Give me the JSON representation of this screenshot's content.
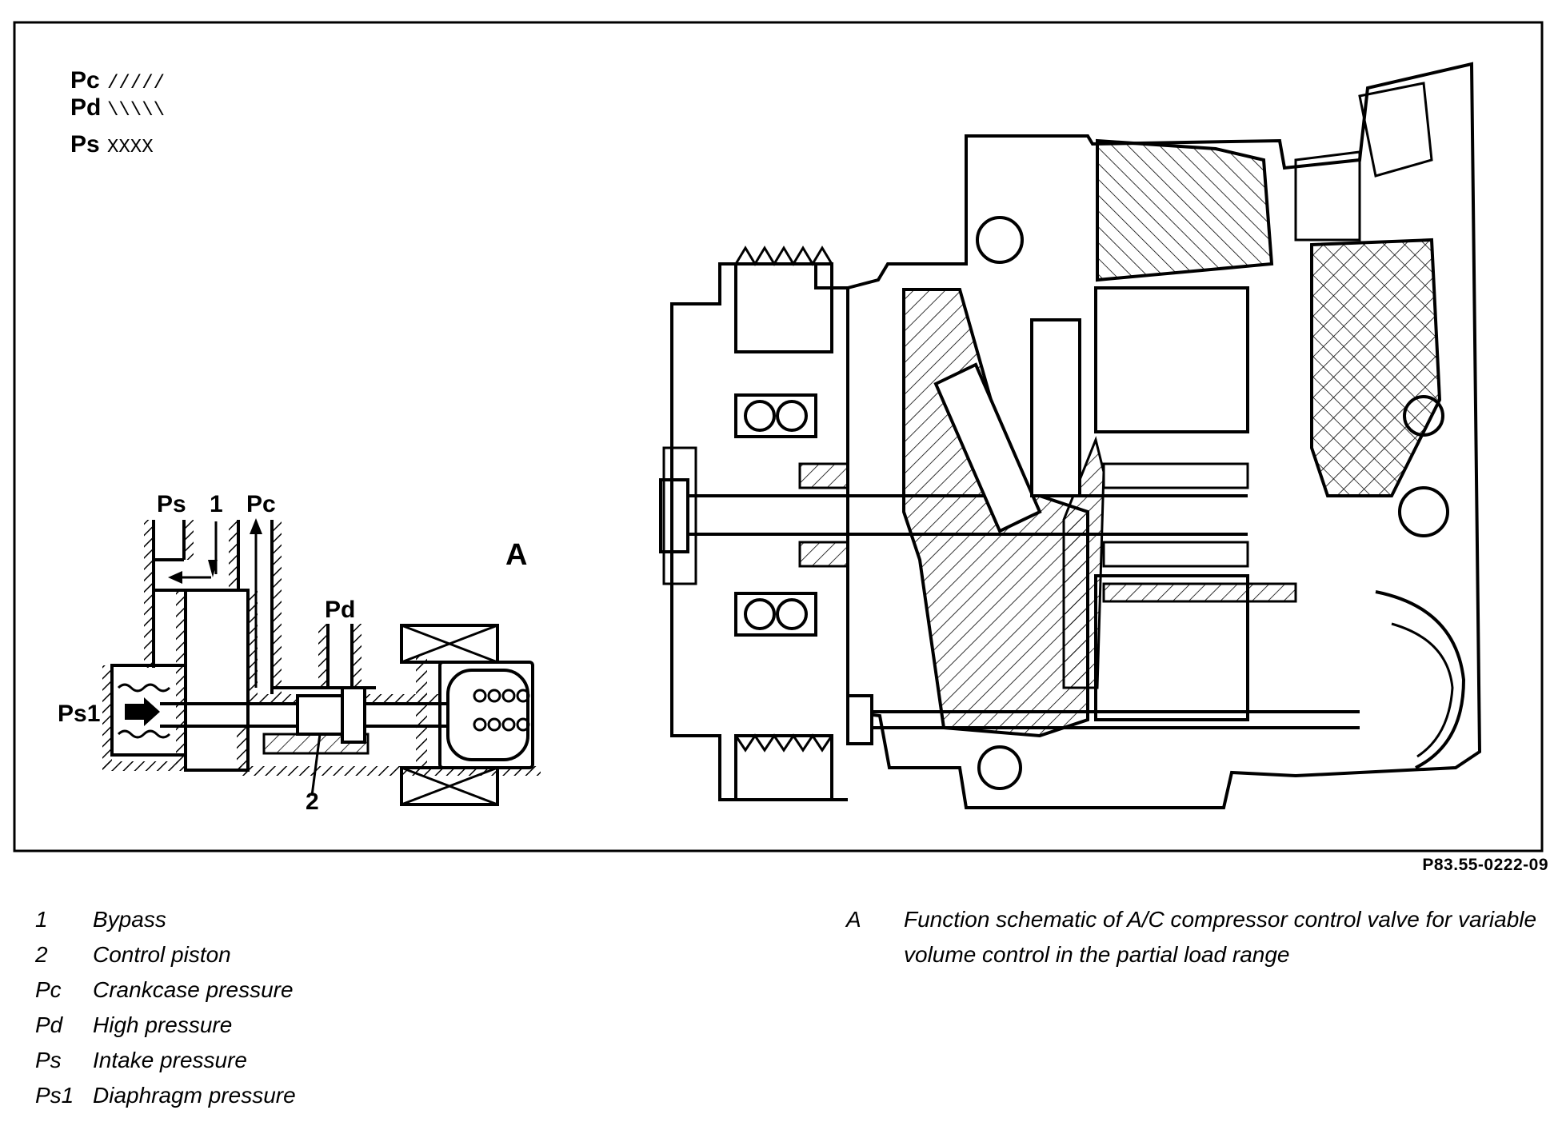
{
  "pressure_key": [
    {
      "label": "Pc",
      "pattern": "/////"
    },
    {
      "label": "Pd",
      "pattern": "\\\\\\\\\\"
    },
    {
      "label": "Ps",
      "pattern": "XXXX"
    }
  ],
  "schematic": {
    "label_ps": "Ps",
    "label_1": "1",
    "label_pc": "Pc",
    "label_pd": "Pd",
    "label_ps1": "Ps1",
    "label_2": "2",
    "label_a": "A"
  },
  "figure_code": "P83.55-0222-09",
  "legend": [
    {
      "key": "1",
      "text": "Bypass"
    },
    {
      "key": "2",
      "text": "Control piston"
    },
    {
      "key": "Pc",
      "text": "Crankcase pressure"
    },
    {
      "key": "Pd",
      "text": "High pressure"
    },
    {
      "key": "Ps",
      "text": "Intake pressure"
    },
    {
      "key": "Ps1",
      "text": "Diaphragm pressure"
    }
  ],
  "caption": {
    "key": "A",
    "text": "Function schematic of A/C compressor control valve for variable volume control in the partial load range"
  }
}
